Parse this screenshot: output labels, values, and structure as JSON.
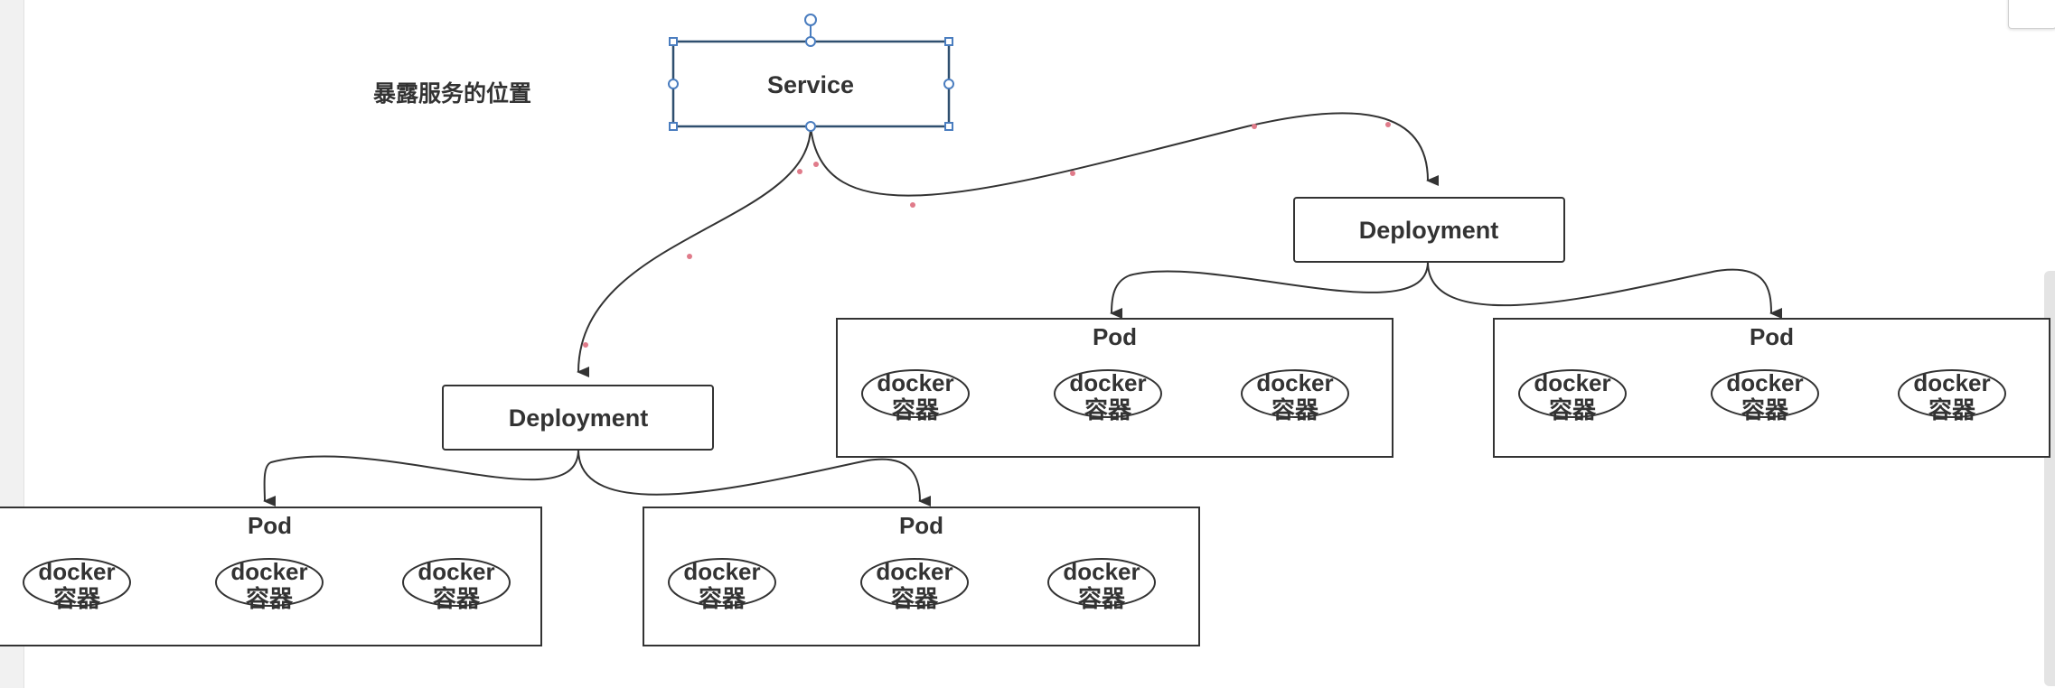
{
  "annotation": "暴露服务的位置",
  "service": {
    "label": "Service"
  },
  "deployments": [
    {
      "label": "Deployment"
    },
    {
      "label": "Deployment"
    }
  ],
  "pods": [
    {
      "label": "Pod",
      "containers": [
        {
          "line1": "docker",
          "line2": "容器"
        },
        {
          "line1": "docker",
          "line2": "容器"
        },
        {
          "line1": "docker",
          "line2": "容器"
        }
      ]
    },
    {
      "label": "Pod",
      "containers": [
        {
          "line1": "docker",
          "line2": "容器"
        },
        {
          "line1": "docker",
          "line2": "容器"
        },
        {
          "line1": "docker",
          "line2": "容器"
        }
      ]
    },
    {
      "label": "Pod",
      "containers": [
        {
          "line1": "docker",
          "line2": "容器"
        },
        {
          "line1": "docker",
          "line2": "容器"
        },
        {
          "line1": "docker",
          "line2": "容器"
        }
      ]
    },
    {
      "label": "Pod",
      "containers": [
        {
          "line1": "docker",
          "line2": "容器"
        },
        {
          "line1": "docker",
          "line2": "容器"
        },
        {
          "line1": "docker",
          "line2": "容器"
        }
      ]
    }
  ],
  "colors": {
    "stroke": "#333333",
    "selection": "#4a7dbf",
    "waypoint": "#e07b8a"
  }
}
